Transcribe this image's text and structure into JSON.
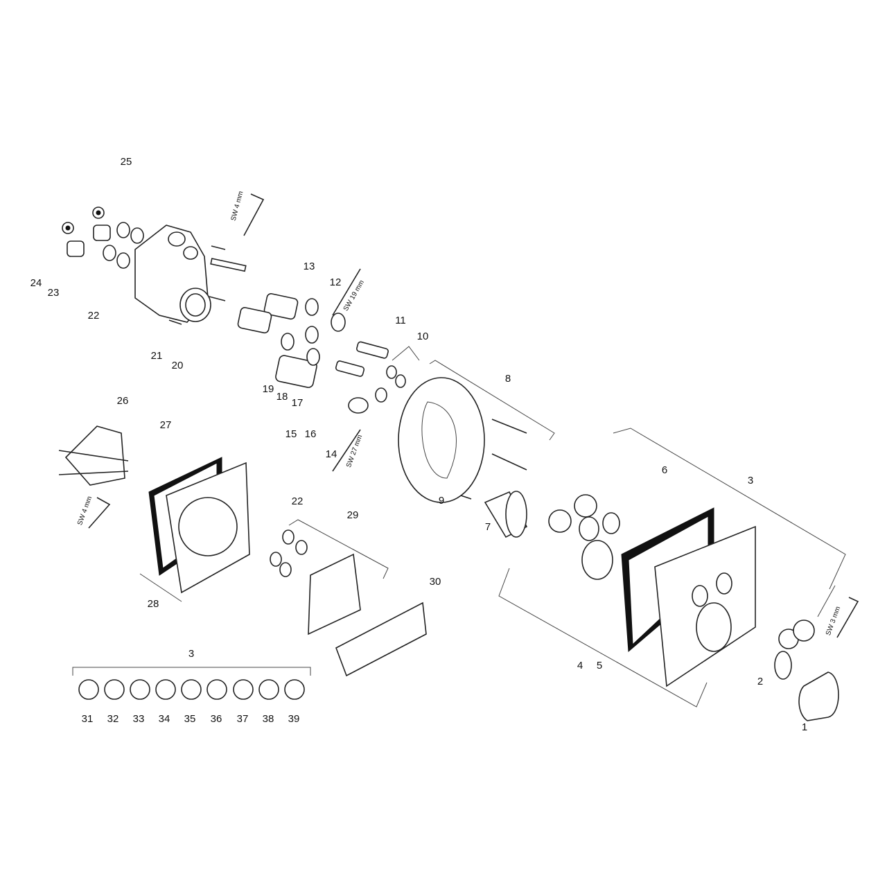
{
  "diagram": {
    "labels": {
      "p1": "1",
      "p2": "2",
      "p3a": "3",
      "p3b": "3",
      "p4": "4",
      "p5": "5",
      "p6": "6",
      "p7": "7",
      "p8": "8",
      "p9": "9",
      "p10": "10",
      "p11": "11",
      "p12": "12",
      "p13": "13",
      "p14": "14",
      "p15": "15",
      "p16": "16",
      "p17": "17",
      "p18": "18",
      "p19": "19",
      "p20": "20",
      "p21": "21",
      "p22a": "22",
      "p22b": "22",
      "p23": "23",
      "p24": "24",
      "p25": "25",
      "p26": "26",
      "p27": "27",
      "p28": "28",
      "p29": "29",
      "p30": "30",
      "p31": "31",
      "p32": "32",
      "p33": "33",
      "p34": "34",
      "p35": "35",
      "p36": "36",
      "p37": "37",
      "p38": "38",
      "p39": "39"
    },
    "tools": {
      "sw4_top": "SW 4 mm",
      "sw19": "SW 19 mm",
      "sw27": "SW 27 mm",
      "sw4_left": "SW 4 mm",
      "sw3": "SW 3 mm"
    }
  }
}
